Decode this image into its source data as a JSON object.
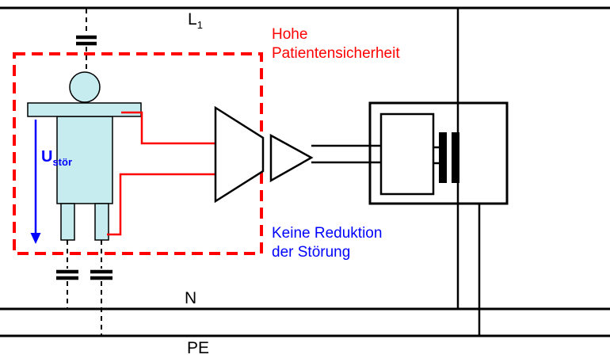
{
  "diagram": {
    "colors": {
      "red": "#ff0000",
      "blue": "#0000ff",
      "black": "#000000",
      "patient_fill": "#c6ecf0",
      "shape_fill": "#ffffff"
    },
    "power_rails": {
      "l1": {
        "main": "L",
        "sub": "1"
      },
      "n": "N",
      "pe": "PE"
    },
    "patient": {
      "voltage_label": {
        "main": "U",
        "sub": "stör"
      }
    },
    "annotations": {
      "safety": {
        "line1": "Hohe",
        "line2": "Patientensicherheit",
        "color": "#ff0000"
      },
      "disturbance": {
        "line1": "Keine Reduktion",
        "line2": "der Störung",
        "color": "#0000ff"
      }
    }
  }
}
